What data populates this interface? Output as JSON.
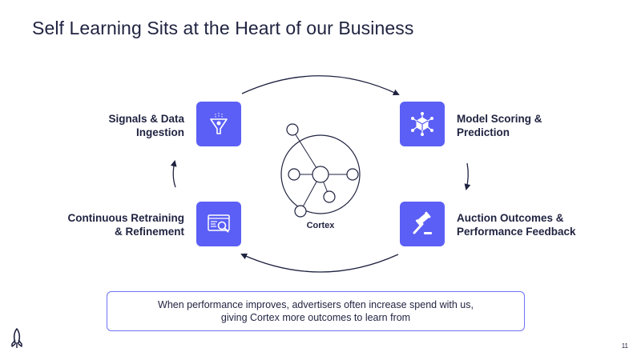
{
  "title": "Self Learning Sits at the Heart of our Business",
  "steps": {
    "signals": {
      "line1": "Signals & Data",
      "line2": "Ingestion",
      "icon": "funnel-icon"
    },
    "scoring": {
      "line1": "Model Scoring &",
      "line2": "Prediction",
      "icon": "cube-network-icon"
    },
    "auction": {
      "line1": "Auction Outcomes &",
      "line2": "Performance Feedback",
      "icon": "gavel-icon"
    },
    "retraining": {
      "line1": "Continuous Retraining",
      "line2": "& Refinement",
      "icon": "monitor-search-icon"
    }
  },
  "cortex": {
    "label": "Cortex",
    "icon": "network-graph-icon"
  },
  "callout": {
    "line1": "When performance improves, advertisers often increase spend with us,",
    "line2": "giving Cortex more outcomes to learn from"
  },
  "page_number": "11",
  "colors": {
    "accent": "#5b5ff5",
    "text": "#1f2340",
    "border": "#6f73f2"
  }
}
